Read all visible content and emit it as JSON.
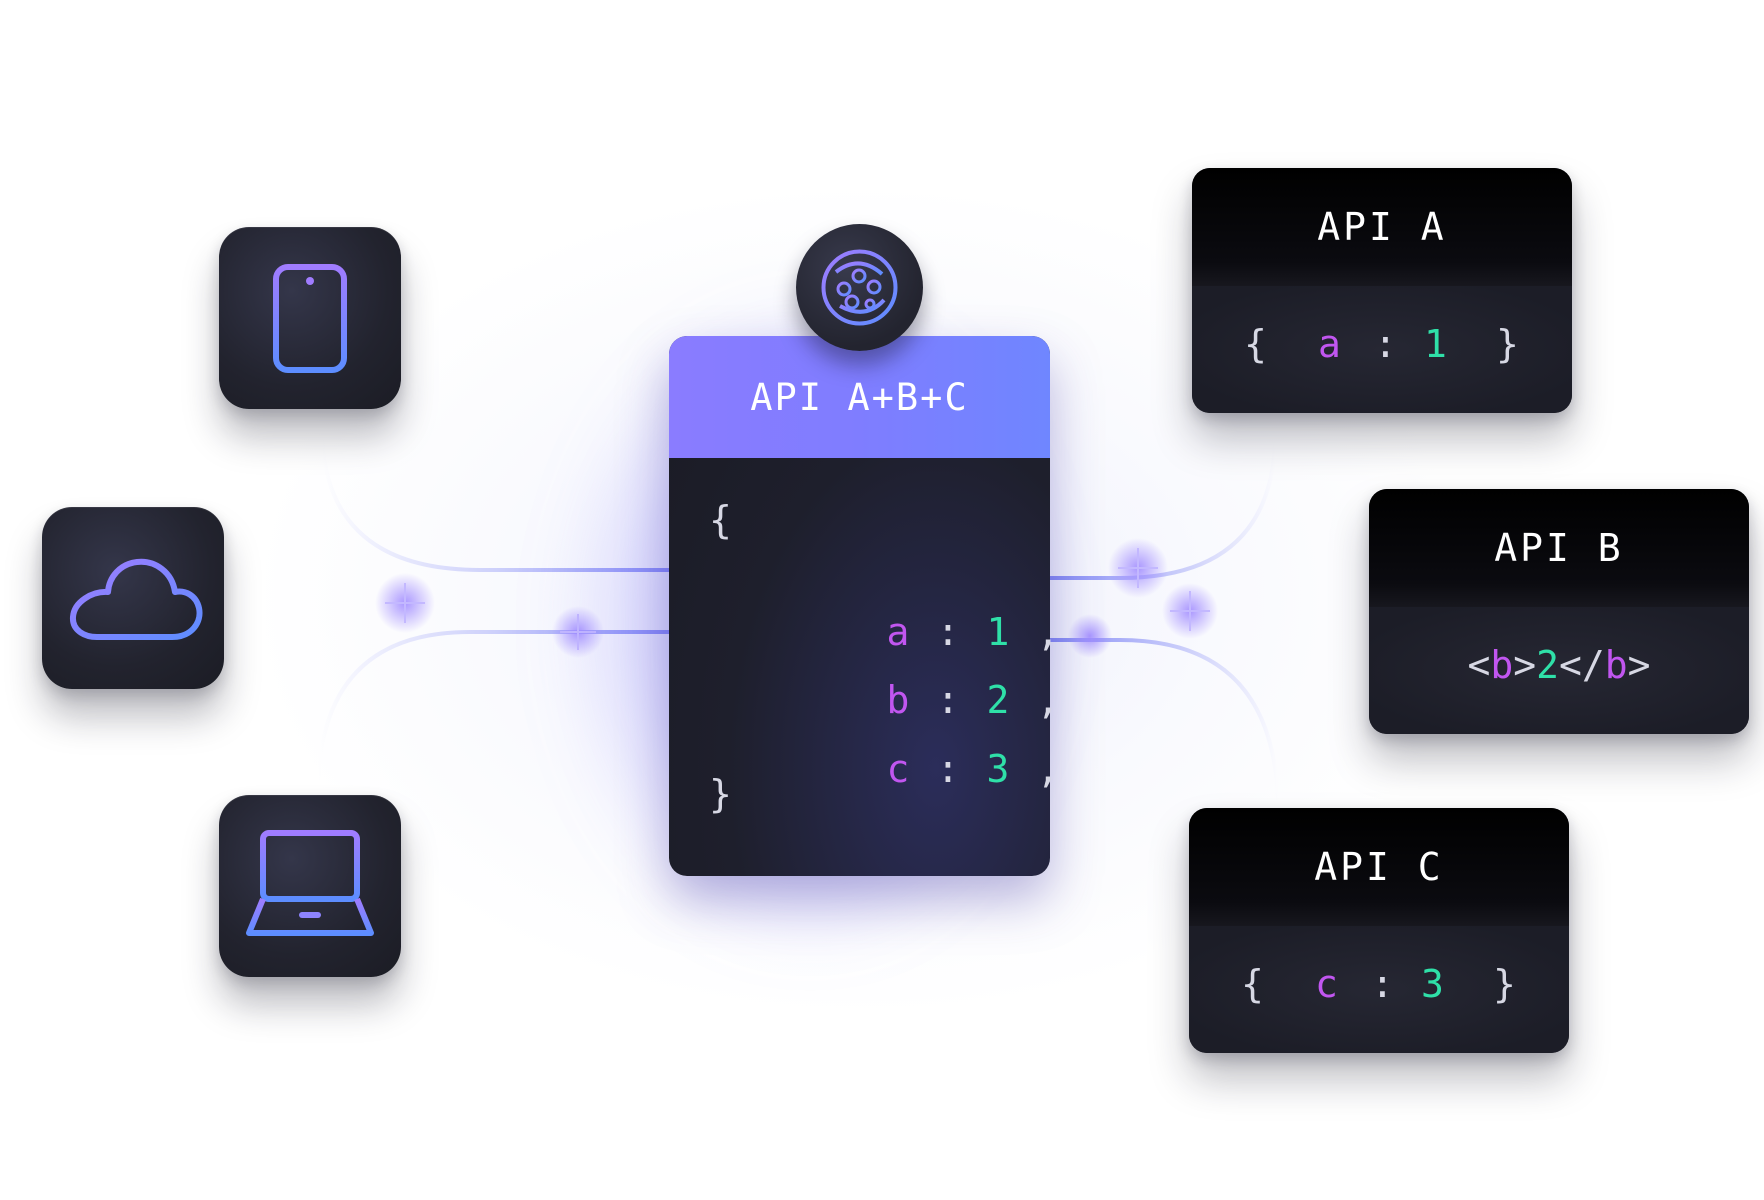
{
  "center_card": {
    "title": "API A+B+C",
    "open_brace": "{",
    "close_brace": "}",
    "rows": [
      {
        "key": "a",
        "colon": ":",
        "value": "1",
        "comma": ","
      },
      {
        "key": "b",
        "colon": ":",
        "value": "2",
        "comma": ","
      },
      {
        "key": "c",
        "colon": ":",
        "value": "3",
        "comma": ","
      }
    ]
  },
  "devices": [
    {
      "name": "phone",
      "icon": "smartphone-icon"
    },
    {
      "name": "cloud",
      "icon": "cloud-icon"
    },
    {
      "name": "laptop",
      "icon": "laptop-icon"
    }
  ],
  "logo": {
    "icon": "graphql-mesh-logo-icon"
  },
  "apis": [
    {
      "title": "API A",
      "body": {
        "open": "{",
        "key": "a",
        "colon": ":",
        "value": "1",
        "close": "}"
      }
    },
    {
      "title": "API B",
      "body": {
        "tag_open_lt": "<",
        "tag_open_name": "b",
        "tag_open_gt": ">",
        "value": "2",
        "tag_close_lt": "<",
        "tag_close_slash": "/",
        "tag_close_name": "b",
        "tag_close_gt": ">"
      }
    },
    {
      "title": "API C",
      "body": {
        "open": "{",
        "key": "c",
        "colon": ":",
        "value": "3",
        "close": "}"
      }
    }
  ],
  "colors": {
    "header_gradient_start": "#8a7cff",
    "header_gradient_end": "#6f86ff",
    "key": "#c156f0",
    "value": "#2fe0a8",
    "punct": "#d7d8e4",
    "connector": "#7b82f5",
    "tile_bg": "#22232e"
  }
}
